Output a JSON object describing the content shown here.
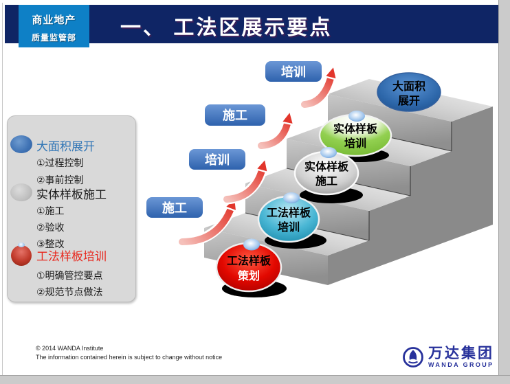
{
  "header": {
    "dept_primary": "商业地产",
    "dept_secondary": "质量监管部",
    "title": "一、 工法区展示要点"
  },
  "legend": {
    "items": [
      {
        "bullet": "blue-ellipse",
        "title": "大面积展开",
        "points": [
          "①过程控制",
          "②事前控制"
        ]
      },
      {
        "bullet": "gray-ellipse",
        "title": "实体样板施工",
        "points": [
          "①施工",
          "②验收",
          "③整改"
        ]
      },
      {
        "bullet": "red-sphere",
        "title": "工法样板培训",
        "points": [
          "①明确管控要点",
          "②规范节点做法"
        ]
      }
    ]
  },
  "diagram": {
    "type": "staircase-process",
    "flow_labels": [
      "施工",
      "培训",
      "施工",
      "培训"
    ],
    "balls": [
      {
        "line1": "工法样板",
        "line2": "策划",
        "color": "red",
        "position": "ground"
      },
      {
        "line1": "工法样板",
        "line2": "培训",
        "color": "cyan",
        "position": "step-1"
      },
      {
        "line1": "实体样板",
        "line2": "施工",
        "color": "silver",
        "position": "step-2"
      },
      {
        "line1": "实体样板",
        "line2": "培训",
        "color": "green",
        "position": "step-3"
      },
      {
        "line1": "大面积",
        "line2": "展开",
        "color": "blue",
        "position": "step-4"
      }
    ]
  },
  "footer": {
    "copyright": "© 2014 WANDA Institute",
    "notice": "The information contained herein is subject to change without notice",
    "logo_cn": "万达集团",
    "logo_en": "WANDA GROUP"
  },
  "colors": {
    "header_navy": "#0F2565",
    "dept_blue": "#0E80C6",
    "flow_box_blue": "#3B6CB4",
    "arrow_red": "#E2352B",
    "ball_red": "#DD0806",
    "ball_cyan": "#2FA7C9",
    "ball_silver": "#BFBFBF",
    "ball_green": "#92D050",
    "ball_blue": "#2D64A8",
    "legend_bg": "#D9D9D9",
    "logo_blue": "#27319B"
  }
}
